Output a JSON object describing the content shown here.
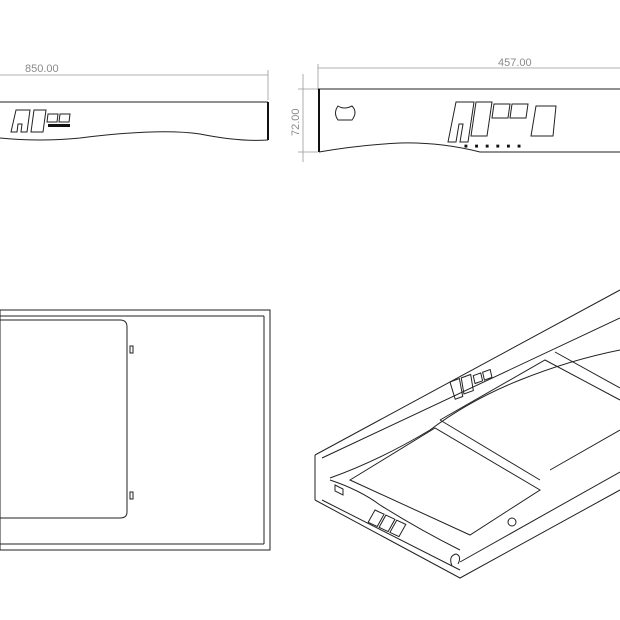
{
  "drawing": {
    "front_view": {
      "width_dimension": "850.00"
    },
    "side_view": {
      "width_dimension": "457.00",
      "height_dimension": "72.00"
    },
    "views": [
      "front-view",
      "side-view",
      "top-view",
      "isometric-view"
    ]
  }
}
